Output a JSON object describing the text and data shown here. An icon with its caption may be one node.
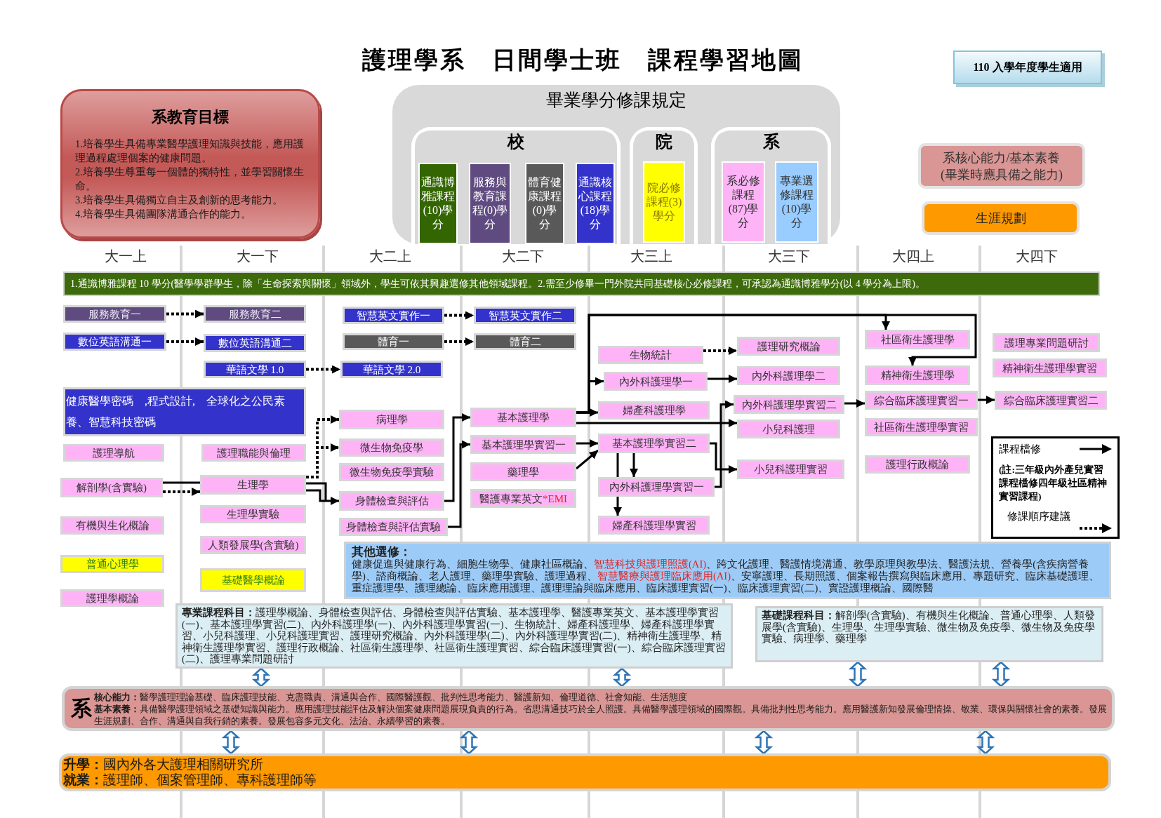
{
  "diagram": {
    "title": "護理學系　日間學士班　課程學習地圖",
    "nodes": [
      {
        "text": [
          "110 入學年度學生適用"
        ]
      },
      {
        "text": [
          "系教育目標",
          "1.培養學生具備專業醫學護理知識與技能，應用護理過程處理個案的健康問題。",
          "2.培養學生尊重每一個體的獨特性，並學習關懷生命。",
          "3.培養學生具備獨立自主及創新的思考能力。",
          "4.培養學生具備團隊溝通合作的能力。"
        ]
      },
      {
        "text": [
          "畢業學分修課規定"
        ]
      },
      {
        "text": [
          "校"
        ],
        "in": 2
      },
      {
        "text": [
          "通識博雅課程(10)學分"
        ],
        "in": 3
      },
      {
        "text": [
          "服務與教育課程(0)學分"
        ],
        "in": 3
      },
      {
        "text": [
          "體育健康課程(0)學分"
        ],
        "in": 3
      },
      {
        "text": [
          "通識核心課程(18)學分"
        ],
        "in": 3
      },
      {
        "text": [
          "院"
        ],
        "in": 2
      },
      {
        "text": [
          "院必修課程(3)學分"
        ],
        "in": 8
      },
      {
        "text": [
          "系"
        ],
        "in": 2
      },
      {
        "text": [
          "系必修課程(87)學分"
        ],
        "in": 10
      },
      {
        "text": [
          "專業選修課程(10)學分"
        ],
        "in": 10
      },
      {
        "text": [
          "系核心能力/基本素養(畢業時應具備之能力)"
        ]
      },
      {
        "text": [
          "生涯規劃"
        ]
      },
      {
        "text": [
          "1.通識博雅課程 10 學分(醫學學群學生，除「生命探索與關懷」領域外，學生可依其興趣選修其他領域課程。2.需至少修畢一門外院共同基礎核心必修課程，可承認為通識博雅學分(以 4 學分為上限)。"
        ]
      },
      {
        "text": [
          "服務教育一"
        ]
      },
      {
        "text": [
          "數位英語溝通一"
        ]
      },
      {
        "text": [
          "健康醫學密碼　,程式設計,　全球化之公民素養、智慧科技密碼"
        ]
      },
      {
        "text": [
          "護理導航"
        ]
      },
      {
        "text": [
          "解剖學(含實驗)"
        ]
      },
      {
        "text": [
          "有機與生化概論"
        ]
      },
      {
        "text": [
          "普通心理學"
        ]
      },
      {
        "text": [
          "護理學概論"
        ]
      },
      {
        "text": [
          "服務教育二"
        ]
      },
      {
        "text": [
          "數位英語溝通二"
        ]
      },
      {
        "text": [
          "華語文學 1.0"
        ]
      },
      {
        "text": [
          "護理職能與倫理"
        ]
      },
      {
        "text": [
          "生理學"
        ]
      },
      {
        "text": [
          "生理學實驗"
        ]
      },
      {
        "text": [
          "人類發展學(含實驗)"
        ]
      },
      {
        "text": [
          "基礎醫學概論"
        ]
      },
      {
        "text": [
          "智慧英文實作一"
        ]
      },
      {
        "text": [
          "體育一"
        ]
      },
      {
        "text": [
          "華語文學 2.0"
        ]
      },
      {
        "text": [
          "病理學"
        ]
      },
      {
        "text": [
          "微生物免疫學"
        ]
      },
      {
        "text": [
          "微生物免疫學實驗"
        ]
      },
      {
        "text": [
          "身體檢查與評估"
        ]
      },
      {
        "text": [
          "身體檢查與評估實驗"
        ]
      },
      {
        "text": [
          "智慧英文實作二"
        ]
      },
      {
        "text": [
          "體育二"
        ]
      },
      {
        "text": [
          "基本護理學"
        ]
      },
      {
        "text": [
          "基本護理學實習一"
        ]
      },
      {
        "text": [
          "藥理學"
        ]
      },
      {
        "text": [
          "醫護專業英文",
          "*EMI"
        ]
      },
      {
        "text": [
          "生物統計"
        ]
      },
      {
        "text": [
          "內外科護理學一"
        ]
      },
      {
        "text": [
          "婦產科護理學"
        ]
      },
      {
        "text": [
          "基本護理學實習二"
        ]
      },
      {
        "text": [
          "內外科護理學實習一"
        ]
      },
      {
        "text": [
          "婦產科護理學實習"
        ]
      },
      {
        "text": [
          "護理研究概論"
        ]
      },
      {
        "text": [
          "內外科護理學二"
        ]
      },
      {
        "text": [
          "內外科護理學實習二"
        ]
      },
      {
        "text": [
          "小兒科護理"
        ]
      },
      {
        "text": [
          "小兒科護理實習"
        ]
      },
      {
        "text": [
          "社區衛生護理學"
        ]
      },
      {
        "text": [
          "精神衛生護理學"
        ]
      },
      {
        "text": [
          "綜合臨床護理實習一"
        ]
      },
      {
        "text": [
          "社區衛生護理學實習"
        ]
      },
      {
        "text": [
          "護理行政概論"
        ]
      },
      {
        "text": [
          "護理專業問題研討"
        ]
      },
      {
        "text": [
          "精神衛生護理學實習"
        ]
      },
      {
        "text": [
          "綜合臨床護理實習二"
        ]
      },
      {
        "text": [
          "其他選修：",
          "健康促進與健康行為、細胞生物學、健康社區概論、",
          "智慧科技與護理照護(AI)",
          "、跨文化護理、醫護情境溝通、教學原理與教學法、醫護法規、營養學(含疾病營養學)、諮商概論、老人護理、藥理學實驗、護理過程、",
          "智慧醫療與護理臨床應用(AI)",
          "、安寧護理、長期照護、個案報告撰寫與臨床應用、專題研究、臨床基礎護理、重症護理學、護理總論、臨床應用護理、護理理論與臨床應用、臨床護理實習(一)、臨床護理實習(二)、實證護理概論、國際醫"
        ]
      },
      {
        "text": [
          "**專業課程科目：**護理學概論、身體檢查與評估、身體檢查與評估實驗、基本護理學、醫護專業英文、基本護理學實習(一)、基本護理學實習(二)、內外科護理學(一)、內外科護理學實習(一)、生物統計、婦產科護理學、婦產科護理學實習、小兒科護理、小兒科護理實習、護理研究概論、內外科護理學(二)、內外科護理學實習(二)、精神衛生護理學、精神衛生護理學實習、護理行政概論、社區衛生護理學、社區衛生護理實習、綜合臨床護理實習(一)、綜合臨床護理實習(二)、護理專業問題研討"
        ]
      },
      {
        "text": [
          "**基礎課程科目：**解剖學(含實驗)、有機與生化概論、普通心理學、人類發展學(含實驗)、生理學、生理學實驗、微生物及免疫學、微生物及免疫學實驗、病理學、藥理學"
        ]
      },
      {
        "text": [
          "系",
          "**核心能力：**醫學護理理論基礎、臨床護理技能、克盡職責、溝通與合作、國際醫護觀、批判性思考能力、醫護新知、倫理道德、社會知能、生活態度",
          "**基本素養：**具備醫學護理領域之基礎知識與能力。應用護理技能評估及解決個案健康問題展現負責的行為。省思溝通技巧於全人照護。具備醫學護理領域的國際觀。具備批判性思考能力。應用醫護新知發展倫理情操、敬業、環保與關懷社會的素養。發展生涯規劃、合作、溝通與自我行銷的素養。發展包容多元文化、法治、永續學習的素養。"
        ]
      },
      {
        "text": [
          "**升學：**國內外各大護理相關研究所",
          "**就業：**護理師、個案管理師、專科護理師等"
        ]
      }
    ],
    "edges": [
      {
        "from": 16,
        "to": 24,
        "arrow": "to",
        "style": "dashed"
      },
      {
        "from": 17,
        "to": 25,
        "arrow": "to",
        "style": "dashed"
      },
      {
        "from": 26,
        "to": 34,
        "arrow": "to",
        "style": "dashed"
      },
      {
        "from": 32,
        "to": 40,
        "arrow": "to",
        "style": "dashed"
      },
      {
        "from": 33,
        "to": 41,
        "arrow": "to",
        "style": "dashed"
      },
      {
        "from": 20,
        "to": 28,
        "arrow": "none"
      },
      {
        "from": 20,
        "to": 28,
        "arrow": "to",
        "style": "dashed"
      },
      {
        "from": 28,
        "to": 35,
        "arrow": "to",
        "style": "dashed"
      },
      {
        "from": 28,
        "to": 36,
        "arrow": "to",
        "style": "dashed"
      },
      {
        "from": 28,
        "to": 38,
        "arrow": "to"
      },
      {
        "from": 38,
        "to": 42,
        "arrow": "to"
      },
      {
        "from": 39,
        "to": 43,
        "arrow": "to"
      },
      {
        "from": 42,
        "to": 47,
        "arrow": "to"
      },
      {
        "from": 42,
        "to": 48,
        "arrow": "to"
      },
      {
        "from": 42,
        "to": 55,
        "arrow": "to"
      },
      {
        "from": 42,
        "to": 57,
        "arrow": "to"
      },
      {
        "from": 42,
        "to": 58,
        "arrow": "to"
      },
      {
        "from": 43,
        "to": 49,
        "arrow": "to"
      },
      {
        "from": 44,
        "to": 49,
        "arrow": "to"
      },
      {
        "from": 49,
        "to": 50,
        "arrow": "none"
      },
      {
        "from": 49,
        "to": 50,
        "arrow": "to"
      },
      {
        "from": 50,
        "to": 51,
        "arrow": "to"
      },
      {
        "from": 49,
        "to": 56,
        "arrow": "to"
      },
      {
        "from": 50,
        "to": 54,
        "arrow": "to"
      },
      {
        "from": 46,
        "to": 52,
        "arrow": "to",
        "style": "dashed"
      },
      {
        "from": 47,
        "to": 53,
        "arrow": "to"
      },
      {
        "from": 54,
        "to": 59,
        "arrow": "to"
      },
      {
        "from": 59,
        "to": 64,
        "arrow": "to"
      },
      {
        "from": 66,
        "to": 68,
        "arrow": "both",
        "style": "thick",
        "color": "#2e75b6"
      },
      {
        "from": 66,
        "to": 68,
        "arrow": "both",
        "style": "thick",
        "color": "#2e75b6"
      },
      {
        "from": 67,
        "to": 68,
        "arrow": "both",
        "style": "thick",
        "color": "#2e75b6"
      },
      {
        "from": 67,
        "to": 68,
        "arrow": "both",
        "style": "thick",
        "color": "#2e75b6"
      },
      {
        "from": 68,
        "to": 69,
        "arrow": "both",
        "style": "thick",
        "color": "#2e75b6"
      },
      {
        "from": 68,
        "to": 69,
        "arrow": "both",
        "style": "thick",
        "color": "#2e75b6"
      },
      {
        "from": 68,
        "to": 69,
        "arrow": "both",
        "style": "thick",
        "color": "#2e75b6"
      },
      {
        "from": 68,
        "to": 69,
        "arrow": "both",
        "style": "thick",
        "color": "#2e75b6"
      }
    ],
    "labels": [
      "大一上",
      "大一下",
      "大二上",
      "大二下",
      "大三上",
      "大三下",
      "大四上",
      "大四下",
      "(註:三年級內外產兒實習課程檔修四年級社區精神實習課程)"
    ],
    "legend": [
      {
        "text": "課程檔修"
      },
      {
        "text": "修課順序建議"
      }
    ]
  }
}
